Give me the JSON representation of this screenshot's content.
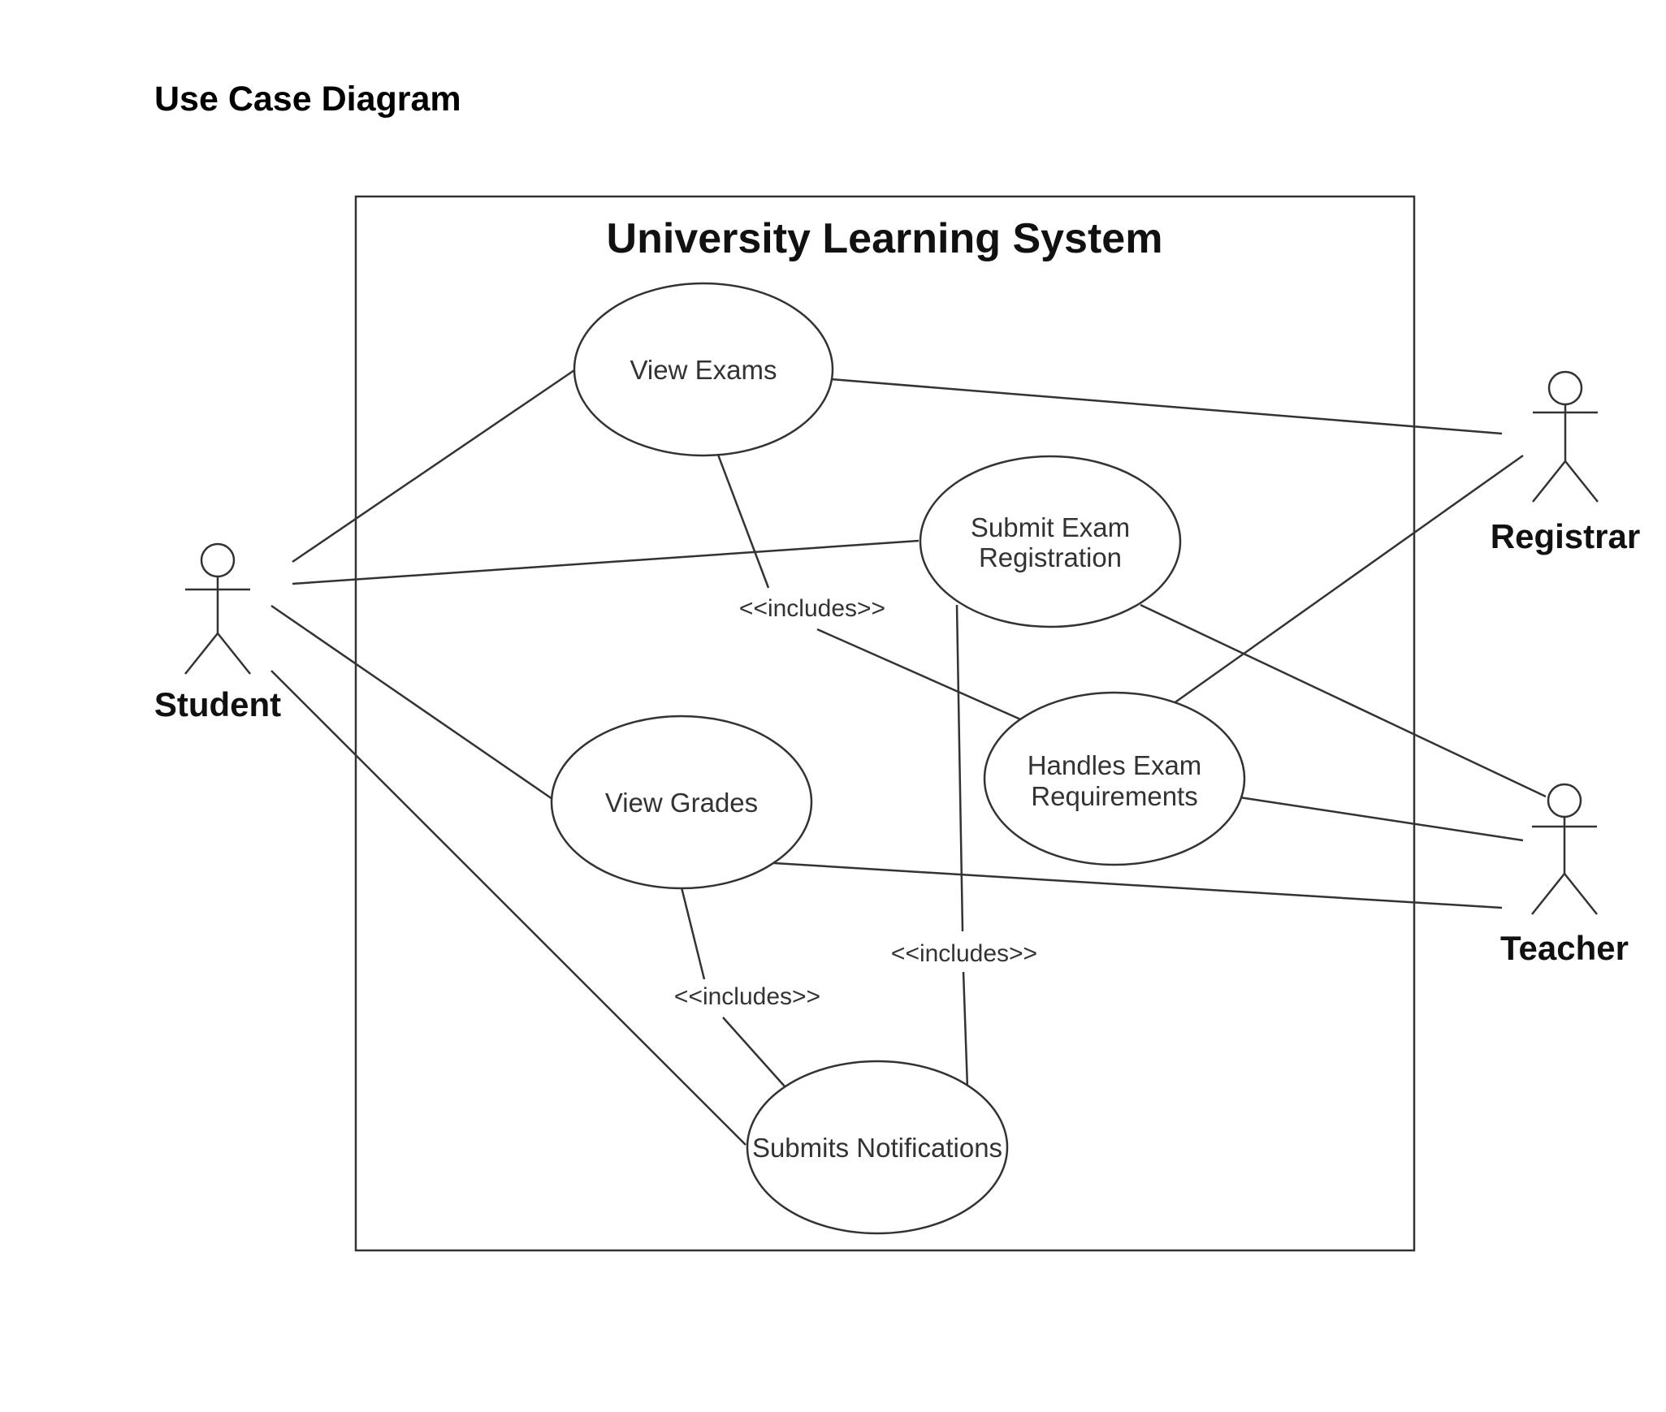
{
  "page_title": "Use Case Diagram",
  "system": {
    "title": "University Learning System"
  },
  "use_cases": {
    "view_exams": {
      "label_lines": [
        "View Exams"
      ]
    },
    "submit_exam_registration": {
      "label_lines": [
        "Submit Exam",
        "Registration"
      ]
    },
    "handles_exam_requirements": {
      "label_lines": [
        "Handles Exam",
        "Requirements"
      ]
    },
    "view_grades": {
      "label_lines": [
        "View Grades"
      ]
    },
    "submits_notifications": {
      "label_lines": [
        "Submits Notifications"
      ]
    }
  },
  "include_labels": [
    "<<includes>>",
    "<<includes>>",
    "<<includes>>"
  ],
  "actors": {
    "student": "Student",
    "registrar": "Registrar",
    "teacher": "Teacher"
  },
  "colors": {
    "stroke": "#333333",
    "background": "#ffffff"
  }
}
